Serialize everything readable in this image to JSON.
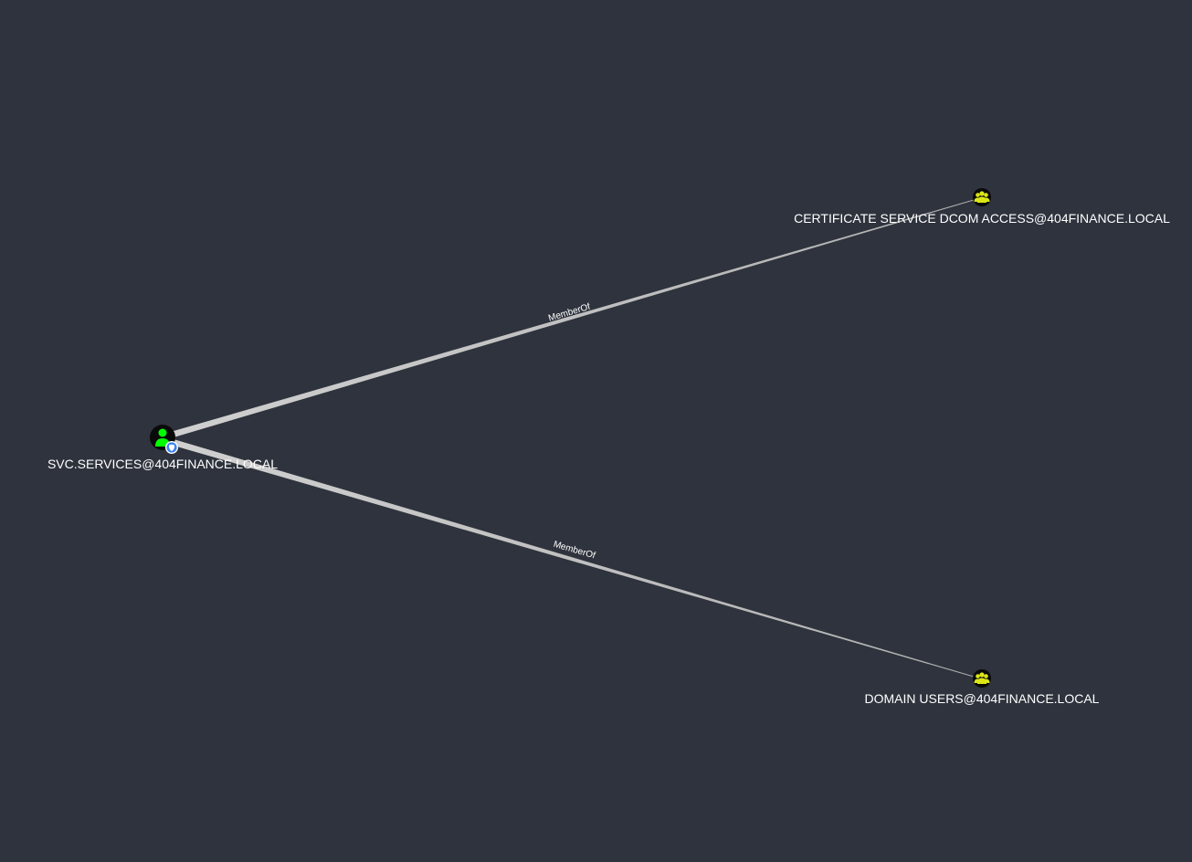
{
  "graph": {
    "nodes": [
      {
        "id": "svc",
        "label": "SVC.SERVICES@404FINANCE.LOCAL",
        "kind": "user",
        "icon": "user-icon",
        "badge": "owned-badge-icon",
        "color": "#00ff00"
      },
      {
        "id": "certdcom",
        "label": "CERTIFICATE SERVICE DCOM ACCESS@404FINANCE.LOCAL",
        "kind": "group",
        "icon": "group-icon",
        "color": "#dbe617"
      },
      {
        "id": "domusers",
        "label": "DOMAIN USERS@404FINANCE.LOCAL",
        "kind": "group",
        "icon": "group-icon",
        "color": "#dbe617"
      }
    ],
    "edges": [
      {
        "from": "svc",
        "to": "certdcom",
        "label": "MemberOf"
      },
      {
        "from": "svc",
        "to": "domusers",
        "label": "MemberOf"
      }
    ],
    "colors": {
      "background": "#2e333d",
      "edge": "#c8c8c8",
      "text": "#ffffff",
      "user_node": "#00ff00",
      "group_node": "#dbe617",
      "badge": "#3b82f6"
    }
  }
}
